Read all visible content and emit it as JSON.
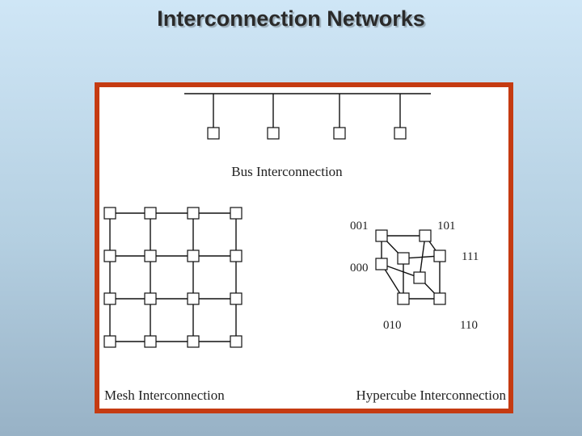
{
  "title": "Interconnection Networks",
  "bus": {
    "caption": "Bus Interconnection"
  },
  "mesh": {
    "caption": "Mesh Interconnection"
  },
  "hypercube": {
    "caption": "Hypercube Interconnection",
    "labels": {
      "n001": "001",
      "n101": "101",
      "n111": "111",
      "n000": "000",
      "n010": "010",
      "n110": "110"
    }
  },
  "colors": {
    "frame": "#c53b12",
    "background": "#cfe6f6"
  }
}
